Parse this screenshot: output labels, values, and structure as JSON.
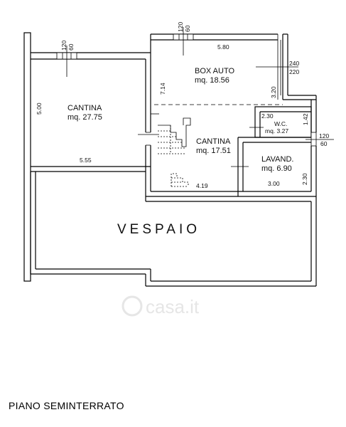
{
  "title": "PIANO SEMINTERRATO",
  "watermark": "casa.it",
  "rooms": {
    "cantina_left": {
      "name": "CANTINA",
      "area": "mq. 27.75",
      "width": "5.55",
      "height": "5.00"
    },
    "box_auto": {
      "name": "BOX AUTO",
      "area": "mq. 18.56",
      "width": "5.80",
      "height": "7.14",
      "side": "3.20"
    },
    "cantina_mid": {
      "name": "CANTINA",
      "area": "mq. 17.51",
      "width": "4.19"
    },
    "wc": {
      "name": "W.C.",
      "area": "mq. 3.27",
      "width": "2.30",
      "height": "1.42"
    },
    "lavand": {
      "name": "LAVAND.",
      "area": "mq. 6.90",
      "width": "3.00",
      "height": "2.30"
    },
    "vespaio": {
      "name": "VESPAIO"
    }
  },
  "openings": {
    "left_window": {
      "w": "120",
      "h": "60"
    },
    "top_window": {
      "w": "120",
      "h": "60"
    },
    "garage_door": {
      "w": "240",
      "h": "220"
    },
    "side_window": {
      "w": "120",
      "h": "60"
    }
  }
}
